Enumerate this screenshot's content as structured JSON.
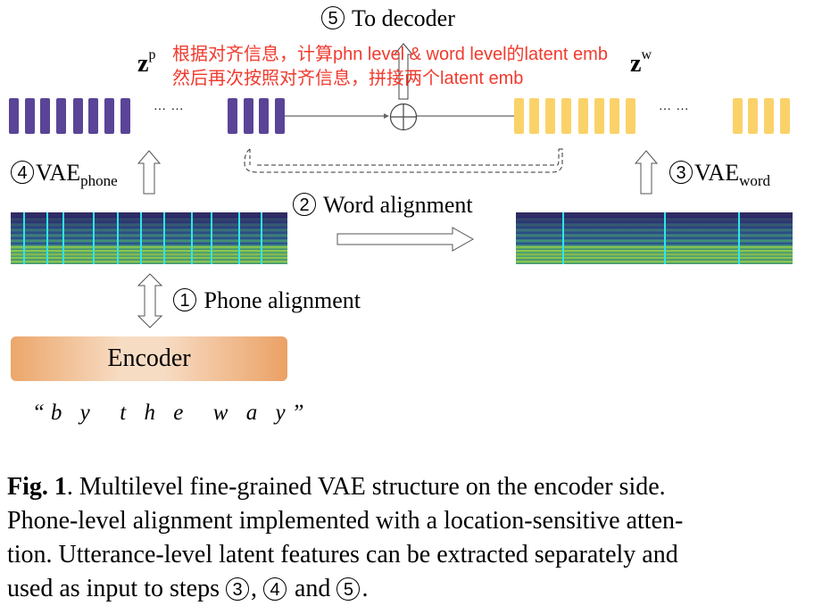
{
  "figure": {
    "step5_num": "5",
    "step5_label": "To decoder",
    "zp_label": "z",
    "zp_sup": "p",
    "zw_label": "z",
    "zw_sup": "w",
    "annotation_line1": "根据对齐信息，计算phn level & word level的latent emb",
    "annotation_line2": "然后再次按照对齐信息，拼接两个latent emb",
    "dots_left": "… …",
    "dots_right": "… …",
    "step4_num": "4",
    "step4_label": "VAE",
    "step4_sub": "phone",
    "step3_num": "3",
    "step3_label": "VAE",
    "step3_sub": "word",
    "step2_num": "2",
    "step2_label": "Word alignment",
    "step1_num": "1",
    "step1_label": "Phone alignment",
    "encoder_label": "Encoder",
    "input_text": "“b y  t h e  w a y”",
    "colors": {
      "phone_latent": "#5a4497",
      "word_latent": "#fbd26a",
      "annotation": "#f03a2e",
      "alignment_line": "#2ee6ef",
      "encoder": "#eca66a"
    }
  },
  "caption": {
    "fig_label": "Fig. 1",
    "text_line1": ".  Multilevel fine-grained VAE structure on the encoder side.",
    "text_line2": "Phone-level alignment implemented with a location-sensitive atten-",
    "text_line3": "tion. Utterance-level latent features can be extracted separately and",
    "text_line4_a": "used as input to steps ",
    "ref3": "3",
    "ref_sep": ", ",
    "ref4": "4",
    "text_line4_b": " and ",
    "ref5": "5",
    "text_line4_c": "."
  }
}
